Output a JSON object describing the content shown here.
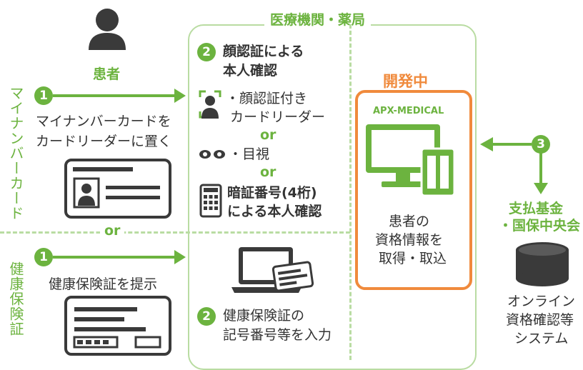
{
  "left": {
    "patient_label": "患者",
    "mynumber_vertical": "マイナンバーカード",
    "step1_a": "1",
    "step1_a_text_line1": "マイナンバーカードを",
    "step1_a_text_line2": "カードリーダーに置く",
    "or_label": "or",
    "insurance_vertical": "健康保険証",
    "step1_b": "1",
    "step1_b_text": "健康保険証を提示"
  },
  "center": {
    "box_title": "医療機関・薬局",
    "step2_a": "2",
    "step2_a_line1": "顔認証による",
    "step2_a_line2": "本人確認",
    "face_reader_line1": "・顔認証付き",
    "face_reader_line2": "カードリーダー",
    "or1": "or",
    "visual_check": "・目視",
    "or2": "or",
    "pin_line1": "暗証番号(4桁)",
    "pin_line2": "による本人確認",
    "step2_b": "2",
    "step2_b_line1": "健康保険証の",
    "step2_b_line2": "記号番号等を入力"
  },
  "dev": {
    "in_dev_label": "開発中",
    "brand": "APX-MEDICAL",
    "caption_line1": "患者の",
    "caption_line2": "資格情報を",
    "caption_line3": "取得・取込"
  },
  "right": {
    "step3": "3",
    "fund_line1": "支払基金",
    "fund_line2": "・国保中央会",
    "system_line1": "オンライン",
    "system_line2": "資格確認等",
    "system_line3": "システム"
  },
  "colors": {
    "green": "#6cb33f",
    "orange": "#f08a3c",
    "dark": "#333333"
  }
}
